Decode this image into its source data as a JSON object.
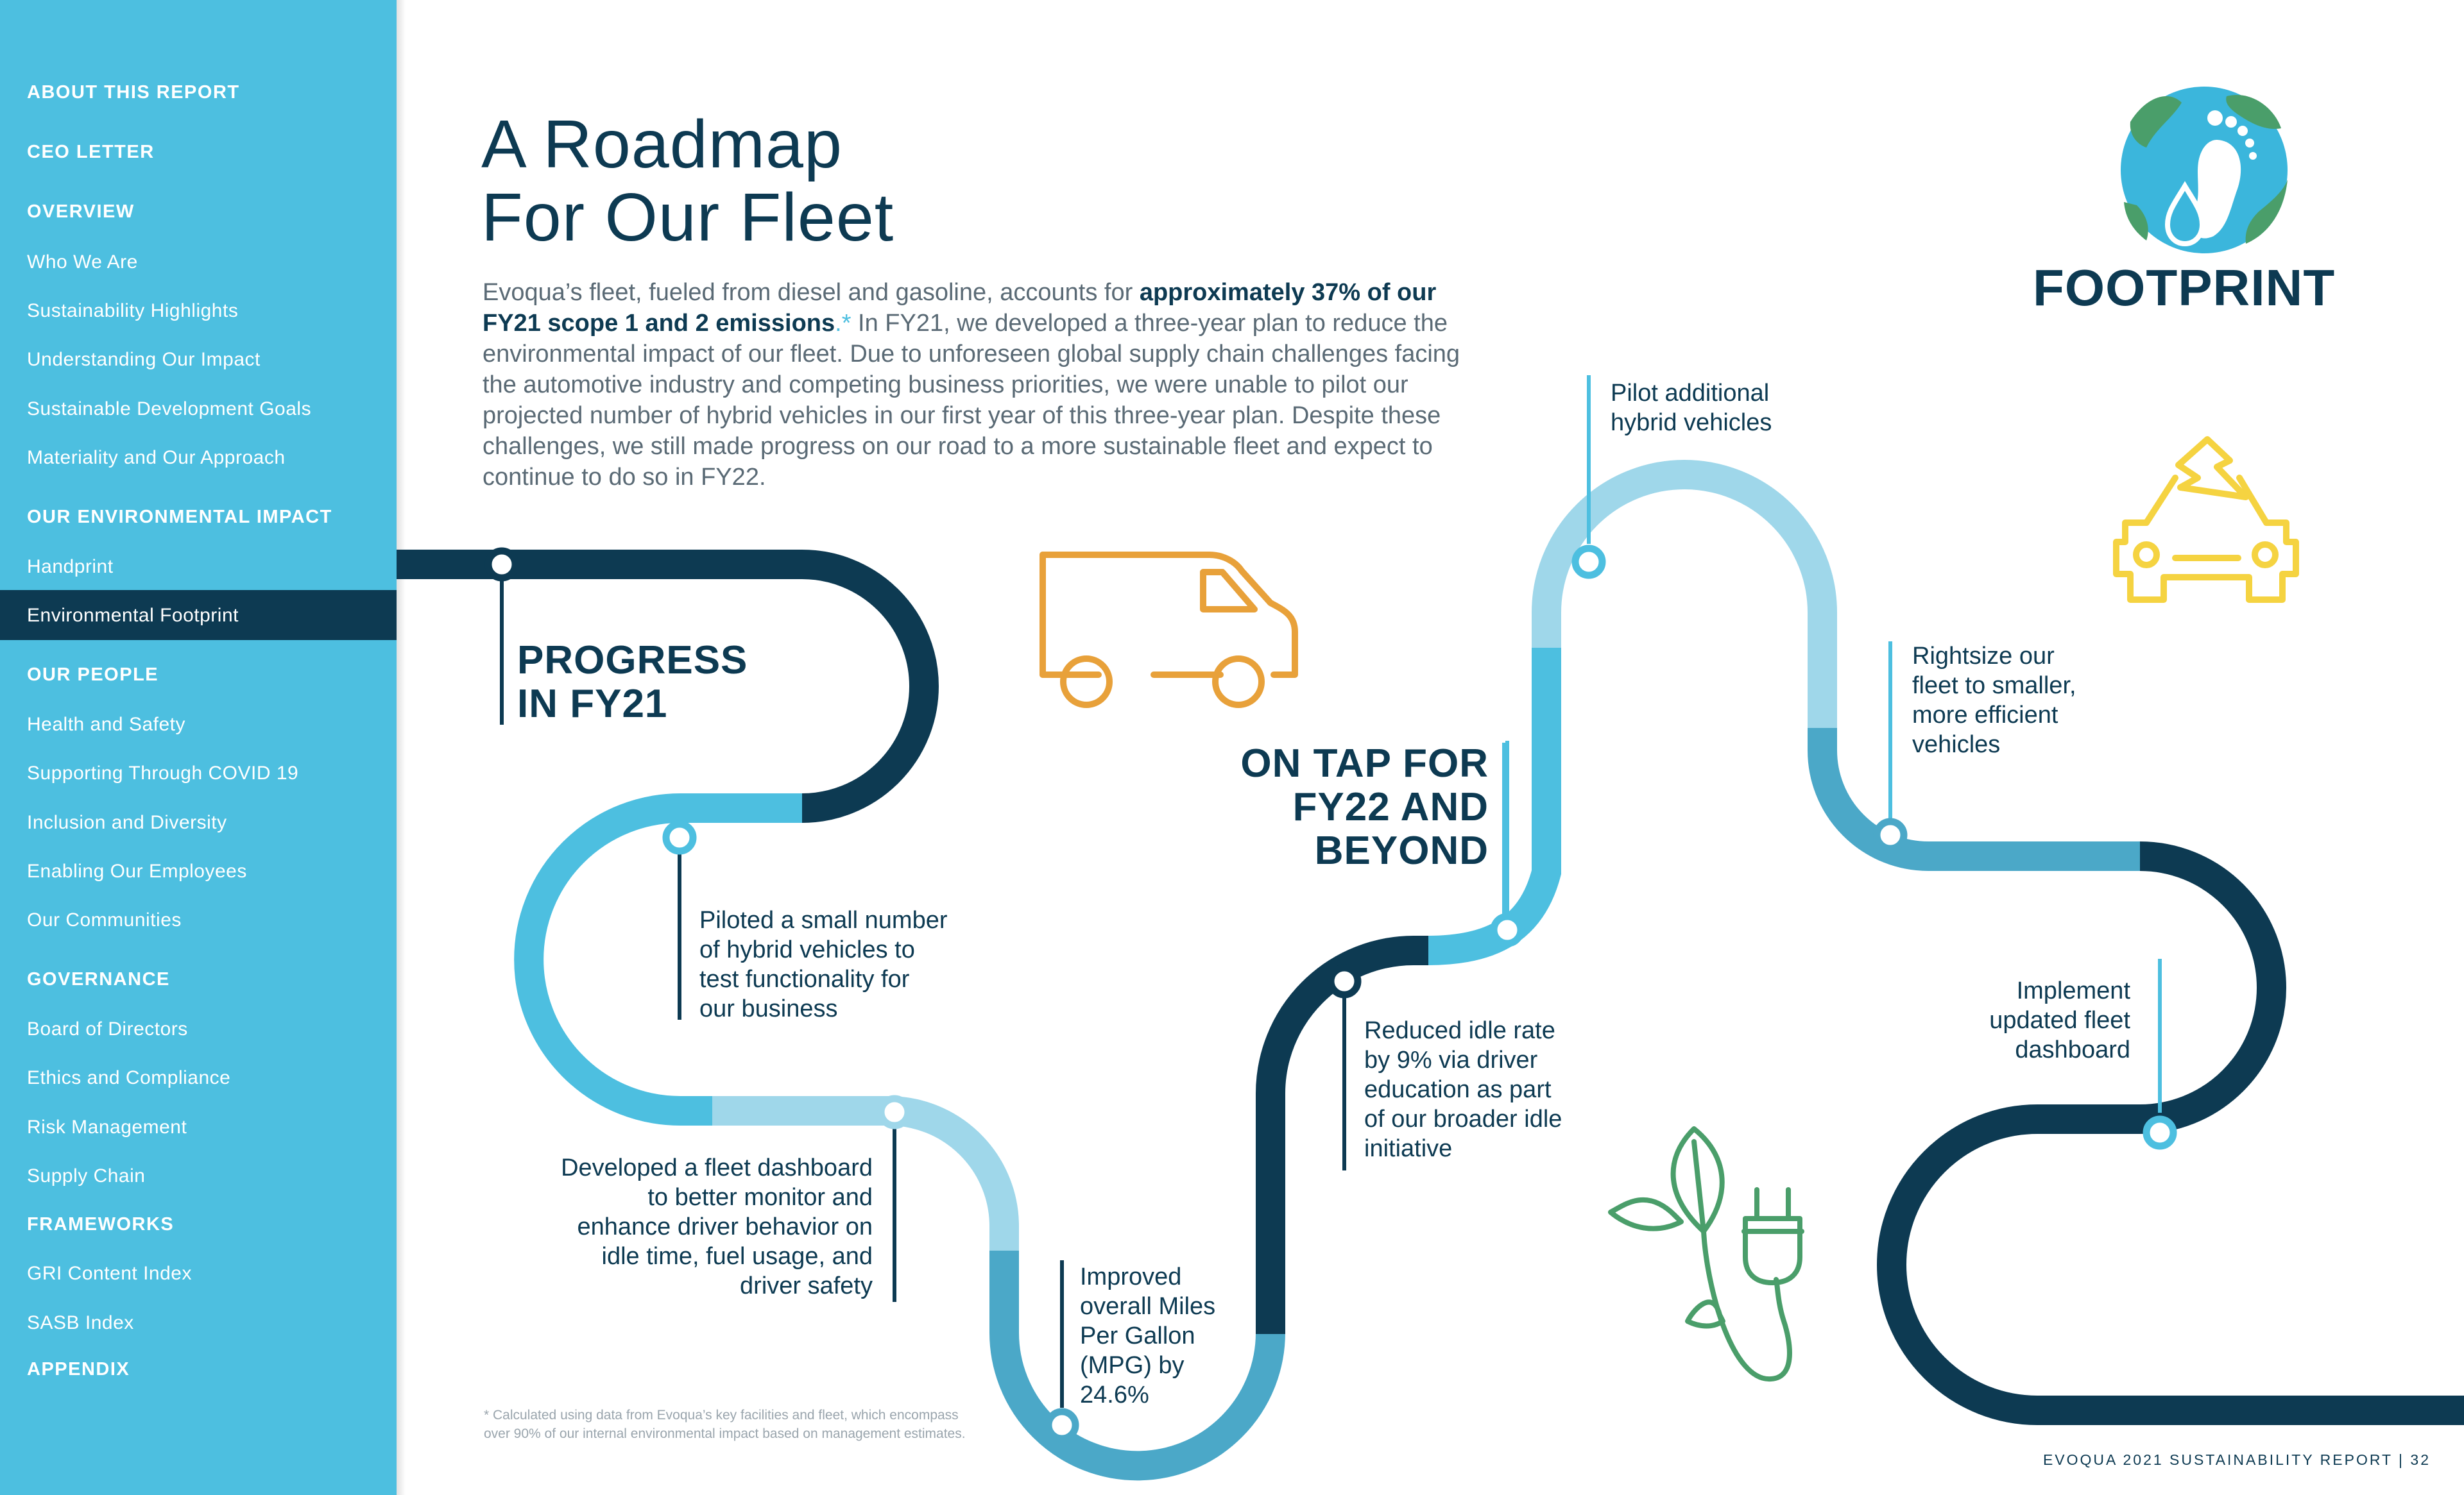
{
  "sidebar": {
    "items": [
      {
        "label": "ABOUT THIS REPORT",
        "kind": "section"
      },
      {
        "label": "CEO LETTER",
        "kind": "section"
      },
      {
        "label": "OVERVIEW",
        "kind": "section"
      },
      {
        "label": "Who We Are",
        "kind": "item"
      },
      {
        "label": "Sustainability Highlights",
        "kind": "item"
      },
      {
        "label": "Understanding Our Impact",
        "kind": "item"
      },
      {
        "label": "Sustainable Development Goals",
        "kind": "item"
      },
      {
        "label": "Materiality and Our Approach",
        "kind": "item"
      },
      {
        "label": "OUR ENVIRONMENTAL IMPACT",
        "kind": "section"
      },
      {
        "label": "Handprint",
        "kind": "item"
      },
      {
        "label": "Environmental Footprint",
        "kind": "item",
        "active": true
      },
      {
        "label": "OUR PEOPLE",
        "kind": "section"
      },
      {
        "label": "Health and Safety",
        "kind": "item"
      },
      {
        "label": "Supporting Through COVID 19",
        "kind": "item"
      },
      {
        "label": "Inclusion and Diversity",
        "kind": "item"
      },
      {
        "label": "Enabling Our Employees",
        "kind": "item"
      },
      {
        "label": "Our Communities",
        "kind": "item"
      },
      {
        "label": "GOVERNANCE",
        "kind": "section"
      },
      {
        "label": "Board of Directors",
        "kind": "item"
      },
      {
        "label": "Ethics and Compliance",
        "kind": "item"
      },
      {
        "label": "Risk Management",
        "kind": "item"
      },
      {
        "label": "Supply Chain",
        "kind": "item"
      },
      {
        "label": "FRAMEWORKS",
        "kind": "section"
      },
      {
        "label": "GRI Content Index",
        "kind": "item"
      },
      {
        "label": "SASB Index",
        "kind": "item"
      },
      {
        "label": "APPENDIX",
        "kind": "section"
      }
    ]
  },
  "page": {
    "title_line1": "A Roadmap",
    "title_line2": "For Our Fleet",
    "intro_part1": "Evoqua’s fleet, fueled from diesel and gasoline, accounts for ",
    "intro_bold": "approximately 37% of our FY21 scope 1 and 2 emissions",
    "intro_asterisk": ".*",
    "intro_part2": " In FY21, we developed a three-year plan to reduce the environmental impact of our fleet. Due to unforeseen global supply chain challenges facing the automotive industry and competing business priorities, we were unable to pilot our projected number of hybrid vehicles in our first year of this three-year plan. Despite these challenges, we still made progress on our road to a more sustainable fleet and expect to continue to do so in FY22.",
    "footprint_label": "FOOTPRINT",
    "footnote": "* Calculated using data from Evoqua’s key facilities and fleet, which encompass over 90% of our internal environmental impact based on management estimates.",
    "footer": "EVOQUA 2021 SUSTAINABILITY REPORT | 32"
  },
  "roadmap": {
    "progress_heading_1": "PROGRESS",
    "progress_heading_2": "IN FY21",
    "tap_heading_1": "ON TAP FOR",
    "tap_heading_2": "FY22 AND",
    "tap_heading_3": "BEYOND",
    "milestones_fy21": [
      [
        "Piloted a small number",
        "of hybrid vehicles to",
        "test functionality for",
        "our business"
      ],
      [
        "Developed a fleet dashboard",
        "to better monitor and",
        "enhance driver behavior on",
        "idle time, fuel usage, and",
        "driver safety"
      ],
      [
        "Improved",
        "overall Miles",
        "Per Gallon",
        "(MPG) by",
        "24.6%"
      ],
      [
        "Reduced idle rate",
        "by 9% via driver",
        "education as part",
        "of our broader idle",
        "initiative"
      ]
    ],
    "milestones_fy22": [
      [
        "Pilot additional",
        "hybrid vehicles"
      ],
      [
        "Rightsize our",
        "fleet to smaller,",
        "more efficient",
        "vehicles"
      ],
      [
        "Implement",
        "updated fleet",
        "dashboard"
      ]
    ]
  },
  "icons": [
    "globe-footprint-icon",
    "van-icon",
    "electric-car-icon",
    "leaf-plug-icon"
  ],
  "colors": {
    "sidebar_bg": "#4dbfe0",
    "sidebar_active": "#0d3a52",
    "navy": "#0d3a52",
    "road_mid": "#4dbfe0",
    "road_light": "#9fd7ea",
    "road_teal": "#4ba8c8",
    "orange": "#e8a13a",
    "yellow": "#f5d341",
    "green": "#4a9e6a"
  }
}
